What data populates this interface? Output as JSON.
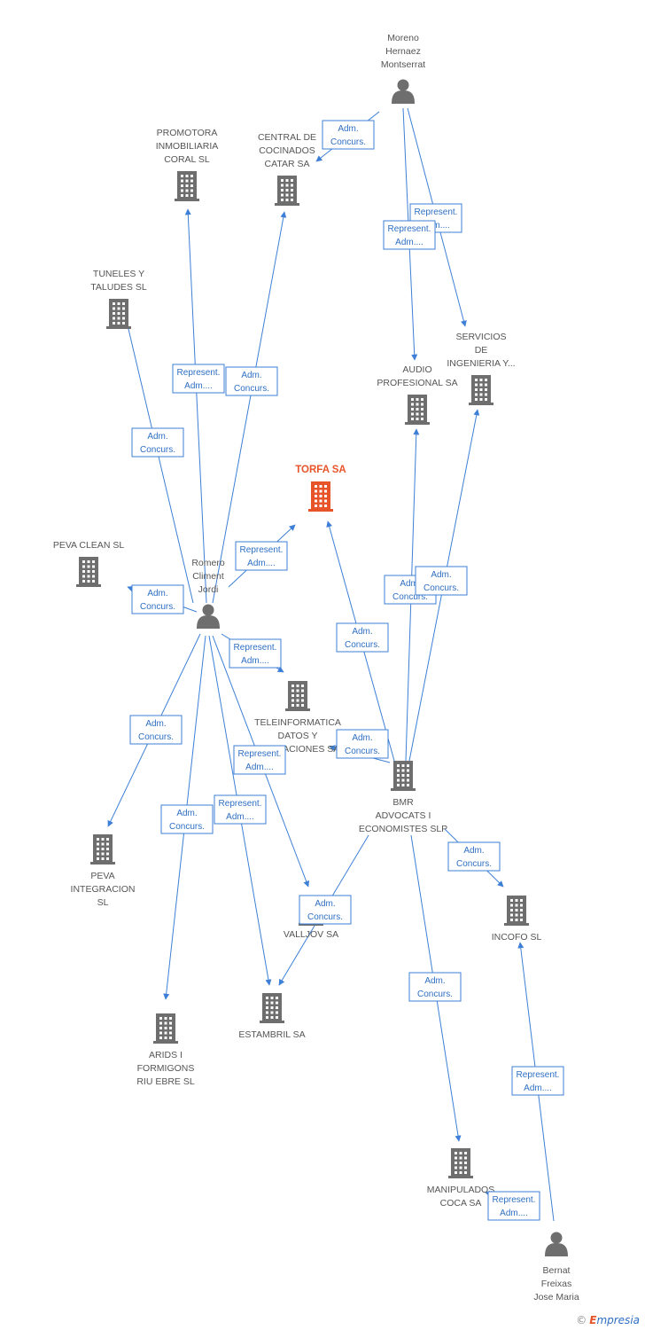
{
  "colors": {
    "edge": "#3d7fd6",
    "node": "#6e6e6e",
    "main_node": "#e8542a",
    "label": "#555555"
  },
  "nodes": [
    {
      "id": "moreno",
      "type": "person",
      "lines": [
        "Moreno",
        "Hernaez",
        "Montserrat"
      ]
    },
    {
      "id": "promotora",
      "type": "company",
      "lines": [
        "PROMOTORA",
        "INMOBILIARIA",
        "CORAL SL"
      ]
    },
    {
      "id": "central",
      "type": "company",
      "lines": [
        "CENTRAL DE",
        "COCINADOS",
        "CATAR SA"
      ]
    },
    {
      "id": "tuneles",
      "type": "company",
      "lines": [
        "TUNELES Y",
        "TALUDES SL"
      ]
    },
    {
      "id": "servicios",
      "type": "company",
      "lines": [
        "SERVICIOS",
        "DE",
        "INGENIERIA Y..."
      ]
    },
    {
      "id": "audio",
      "type": "company",
      "lines": [
        "AUDIO",
        "PROFESIONAL SA"
      ]
    },
    {
      "id": "torfa",
      "type": "company",
      "main": true,
      "lines": [
        "TORFA SA"
      ]
    },
    {
      "id": "pevaclean",
      "type": "company",
      "lines": [
        "PEVA CLEAN SL"
      ]
    },
    {
      "id": "romero",
      "type": "person",
      "lines": [
        "Romero",
        "Climent",
        "Jordi"
      ]
    },
    {
      "id": "teleinf",
      "type": "company",
      "lines": [
        "TELEINFORMATICA",
        "DATOS Y",
        "APLICACIONES SA"
      ]
    },
    {
      "id": "bmr",
      "type": "company",
      "lines": [
        "BMR",
        "ADVOCATS I",
        "ECONOMISTES SLP"
      ]
    },
    {
      "id": "pevaint",
      "type": "company",
      "lines": [
        "PEVA",
        "INTEGRACION",
        "SL"
      ]
    },
    {
      "id": "incofo",
      "type": "company",
      "lines": [
        "INCOFO SL"
      ]
    },
    {
      "id": "valljov",
      "type": "company",
      "lines": [
        "VALLJOV SA"
      ]
    },
    {
      "id": "estambril",
      "type": "company",
      "lines": [
        "ESTAMBRIL SA"
      ]
    },
    {
      "id": "arids",
      "type": "company",
      "lines": [
        "ARIDS I",
        "FORMIGONS",
        "RIU EBRE SL"
      ]
    },
    {
      "id": "manipulados",
      "type": "company",
      "lines": [
        "MANIPULADOS",
        "COCA SA"
      ]
    },
    {
      "id": "bernat",
      "type": "person",
      "lines": [
        "Bernat",
        "Freixas",
        "Jose Maria"
      ]
    }
  ],
  "edges": [
    {
      "from": "moreno",
      "to": "central",
      "label": [
        "Adm.",
        "Concurs."
      ]
    },
    {
      "from": "moreno",
      "to": "servicios",
      "label": [
        "Represent.",
        "Adm...."
      ]
    },
    {
      "from": "moreno",
      "to": "audio",
      "label": [
        "Represent.",
        "Adm...."
      ]
    },
    {
      "from": "romero",
      "to": "promotora",
      "label": [
        "Represent.",
        "Adm...."
      ]
    },
    {
      "from": "romero",
      "to": "central",
      "label": [
        "Adm.",
        "Concurs."
      ]
    },
    {
      "from": "romero",
      "to": "tuneles",
      "label": [
        "Adm.",
        "Concurs."
      ]
    },
    {
      "from": "romero",
      "to": "torfa",
      "label": [
        "Represent.",
        "Adm...."
      ]
    },
    {
      "from": "romero",
      "to": "pevaclean",
      "label": [
        "Adm.",
        "Concurs."
      ]
    },
    {
      "from": "romero",
      "to": "teleinf",
      "label": [
        "Represent.",
        "Adm...."
      ]
    },
    {
      "from": "romero",
      "to": "pevaint",
      "label": [
        "Adm.",
        "Concurs."
      ]
    },
    {
      "from": "romero",
      "to": "valljov",
      "label": [
        "Represent.",
        "Adm...."
      ]
    },
    {
      "from": "romero",
      "to": "estambril",
      "label": [
        "Represent.",
        "Adm...."
      ]
    },
    {
      "from": "romero",
      "to": "arids",
      "label": [
        "Adm.",
        "Concurs."
      ]
    },
    {
      "from": "bmr",
      "to": "torfa",
      "label": [
        "Adm.",
        "Concurs."
      ]
    },
    {
      "from": "bmr",
      "to": "audio",
      "label": [
        "Adm.",
        "Concurs."
      ]
    },
    {
      "from": "bmr",
      "to": "servicios",
      "label": [
        "Adm.",
        "Concurs."
      ]
    },
    {
      "from": "bmr",
      "to": "teleinf",
      "label": [
        "Adm.",
        "Concurs."
      ]
    },
    {
      "from": "bmr",
      "to": "incofo",
      "label": [
        "Adm.",
        "Concurs."
      ]
    },
    {
      "from": "bmr",
      "to": "estambril",
      "label": [
        "Adm.",
        "Concurs."
      ]
    },
    {
      "from": "bmr",
      "to": "manipulados",
      "label": [
        "Adm.",
        "Concurs."
      ]
    },
    {
      "from": "bernat",
      "to": "incofo",
      "label": [
        "Represent.",
        "Adm...."
      ]
    },
    {
      "from": "bernat",
      "to": "manipulados",
      "label": [
        "Represent.",
        "Adm...."
      ]
    }
  ],
  "footer": {
    "copyright": "©",
    "brand_initial": "E",
    "brand_rest": "mpresia"
  }
}
